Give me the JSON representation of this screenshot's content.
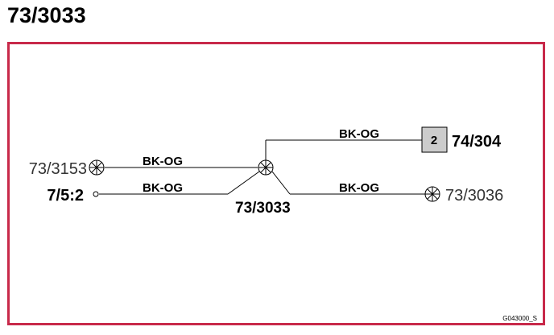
{
  "title": "73/3033",
  "colors": {
    "frame": "#c8294a",
    "line": "#000000",
    "connector_fill": "#cccccc"
  },
  "wires": [
    {
      "label": "BK-OG"
    },
    {
      "label": "BK-OG"
    },
    {
      "label": "BK-OG"
    },
    {
      "label": "BK-OG"
    }
  ],
  "splice": {
    "label": "73/3033",
    "icon": "splice-cross-circle-icon"
  },
  "connectors": {
    "left_top": {
      "label": "73/3153",
      "icon": "crossed-circle-icon"
    },
    "left_bottom": {
      "label": "7/5:2",
      "icon": "terminal-dot-icon"
    },
    "right_top": {
      "pin": "2",
      "label": "74/304",
      "icon": "connector-box-icon"
    },
    "right_bottom": {
      "label": "73/3036",
      "icon": "crossed-circle-icon"
    }
  },
  "figure_code": "G043000_S"
}
